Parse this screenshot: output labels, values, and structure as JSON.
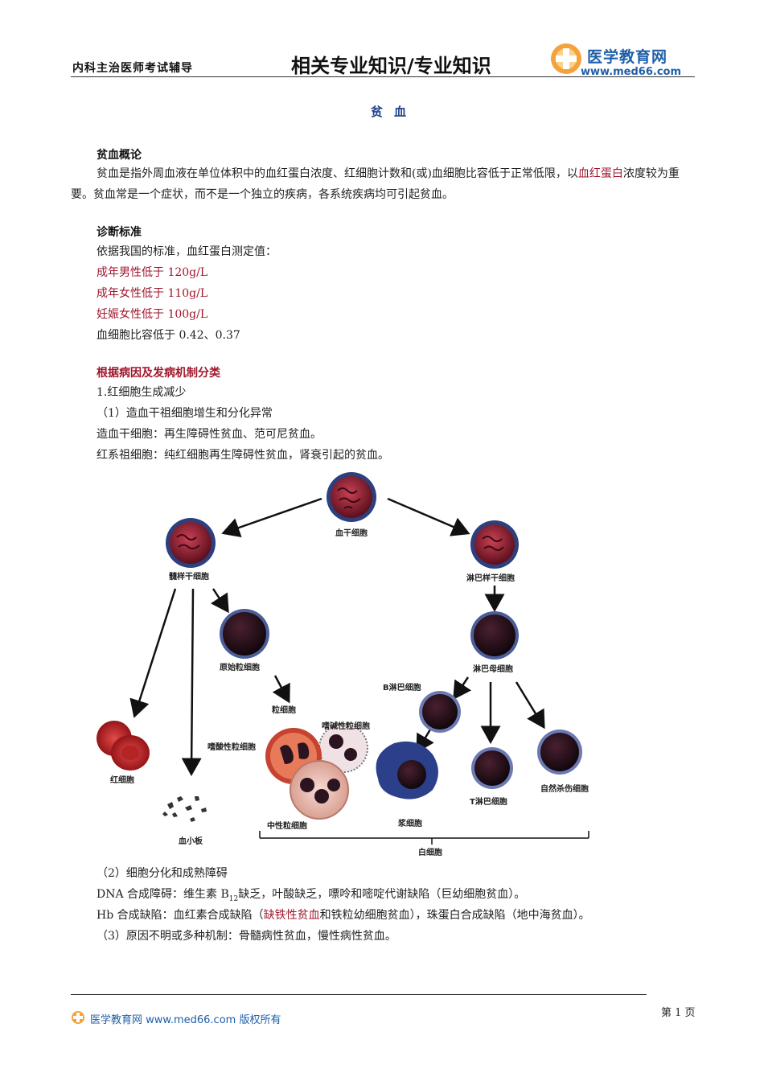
{
  "header": {
    "left_title": "内科主治医师考试辅导",
    "center_title": "相关专业知识/专业知识",
    "logo_text": "医学教育网",
    "logo_url": "www.med66.com"
  },
  "title": "贫血",
  "overview": {
    "heading": "贫血概论",
    "text_a": "贫血是指外周血液在单位体积中的血红蛋白浓度、红细胞计数和(或)血细胞比容低于正常低限，以",
    "text_red": "血红蛋白",
    "text_b": "浓度较为重要。贫血常是一个症状，而不是一个独立的疾病，各系统疾病均可引起贫血。"
  },
  "diagnosis": {
    "heading": "诊断标准",
    "intro": "依据我国的标准，血红蛋白测定值：",
    "male": "成年男性低于 120g/L",
    "female": "成年女性低于 110g/L",
    "pregnant": "妊娠女性低于 100g/L",
    "hct": "血细胞比容低于 0.42、0.37"
  },
  "classification": {
    "heading": "根据病因及发病机制分类",
    "item1": "1.红细胞生成减少",
    "sub1": "（1）造血干祖细胞增生和分化异常",
    "line_a": "造血干细胞：再生障碍性贫血、范可尼贫血。",
    "line_b": "红系祖细胞：纯红细胞再生障碍性贫血，肾衰引起的贫血。",
    "sub2": "（2）细胞分化和成熟障碍",
    "dna_a": "DNA 合成障碍：维生素 B",
    "dna_sub": "12",
    "dna_b": "缺乏，叶酸缺乏，嘌呤和嘧啶代谢缺陷（巨幼细胞贫血）。",
    "hb_a": "Hb 合成缺陷：血红素合成缺陷（",
    "hb_red": "缺铁性贫血",
    "hb_b": "和铁粒幼细胞贫血），珠蛋白合成缺陷（地中海贫血）。",
    "sub3": "（3）原因不明或多种机制：骨髓病性贫血，慢性病性贫血。"
  },
  "diagram": {
    "stem": "血干细胞",
    "myeloid": "髓样干细胞",
    "lymphoid": "淋巴样干细胞",
    "myeloblast": "原始粒细胞",
    "lymphoblast": "淋巴母细胞",
    "granulocyte": "粒细胞",
    "basophil": "嗜碱性粒细胞",
    "eosinophil": "嗜酸性粒细胞",
    "neutrophil": "中性粒细胞",
    "b_cell": "B淋巴细胞",
    "plasma": "浆细胞",
    "t_cell": "T淋巴细胞",
    "nk": "自然杀伤细胞",
    "rbc": "红细胞",
    "platelet": "血小板",
    "wbc": "白细胞"
  },
  "footer": {
    "text": "医学教育网 www.med66.com 版权所有",
    "page": "第 1 页"
  }
}
